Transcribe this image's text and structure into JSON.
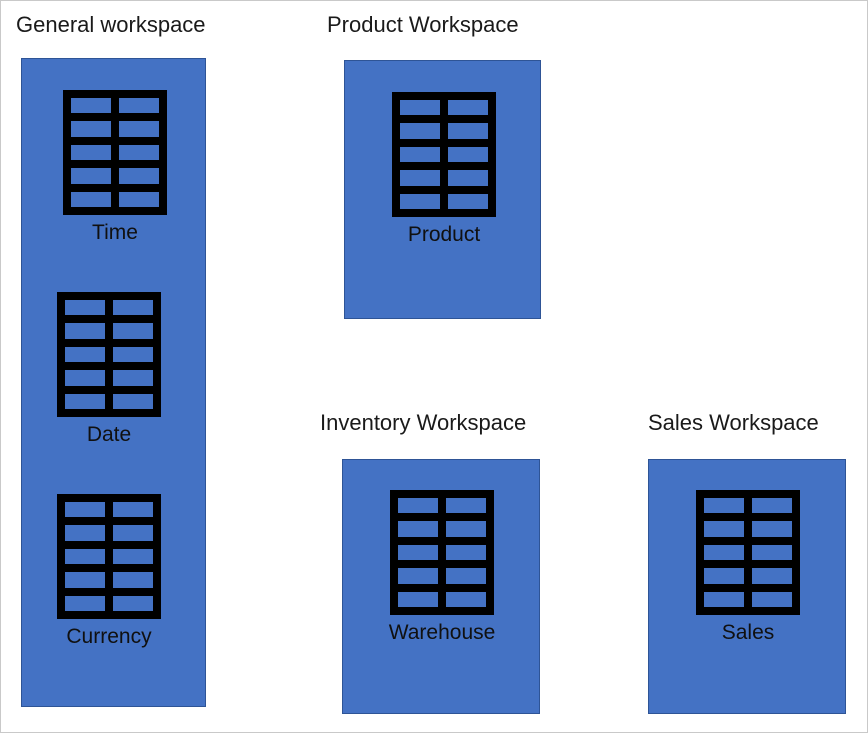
{
  "diagram": {
    "title_text_color": "#1a1a1a",
    "canvas_background": "#ffffff",
    "panel_fill": "#4472C4",
    "panel_border": "#2E5496",
    "icon_color": "#000000",
    "workspaces": [
      {
        "id": "general",
        "title": "General workspace",
        "entities": [
          {
            "label": "Time",
            "icon": "table-icon"
          },
          {
            "label": "Date",
            "icon": "table-icon"
          },
          {
            "label": "Currency",
            "icon": "table-icon"
          }
        ]
      },
      {
        "id": "product",
        "title": "Product Workspace",
        "entities": [
          {
            "label": "Product",
            "icon": "table-icon"
          }
        ]
      },
      {
        "id": "inventory",
        "title": "Inventory Workspace",
        "entities": [
          {
            "label": "Warehouse",
            "icon": "table-icon"
          }
        ]
      },
      {
        "id": "sales",
        "title": "Sales Workspace",
        "entities": [
          {
            "label": "Sales",
            "icon": "table-icon"
          }
        ]
      }
    ]
  }
}
